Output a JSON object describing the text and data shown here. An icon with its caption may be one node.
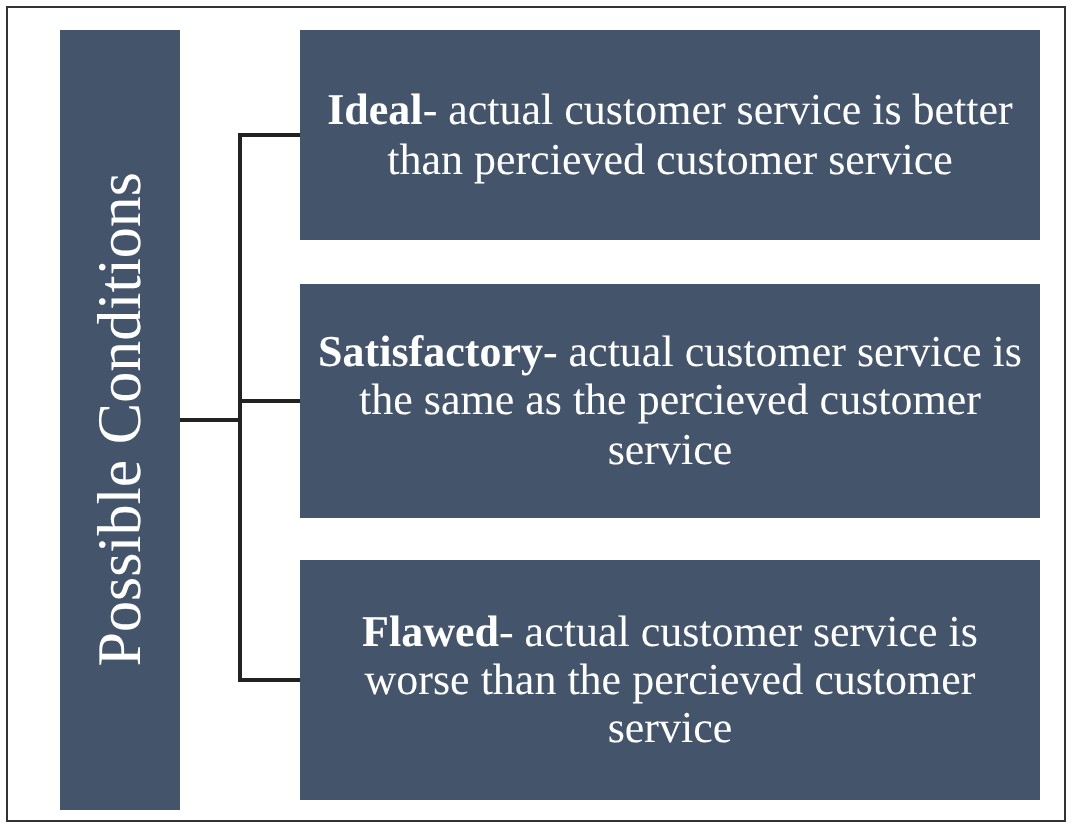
{
  "diagram": {
    "nodes": [
      {
        "text": [
          "Possible Conditions"
        ]
      },
      {
        "text": [
          "**Ideal**- actual customer service is better than percieved customer service"
        ]
      },
      {
        "text": [
          "**Satisfactory**- actual customer service is the same as the percieved customer service"
        ]
      },
      {
        "text": [
          "**Flawed**- actual customer service is worse than the percieved customer service"
        ]
      }
    ],
    "edges": [
      {
        "from": 0,
        "to": 1,
        "arrow": "none"
      },
      {
        "from": 0,
        "to": 2,
        "arrow": "none"
      },
      {
        "from": 0,
        "to": 3,
        "arrow": "none"
      }
    ]
  }
}
